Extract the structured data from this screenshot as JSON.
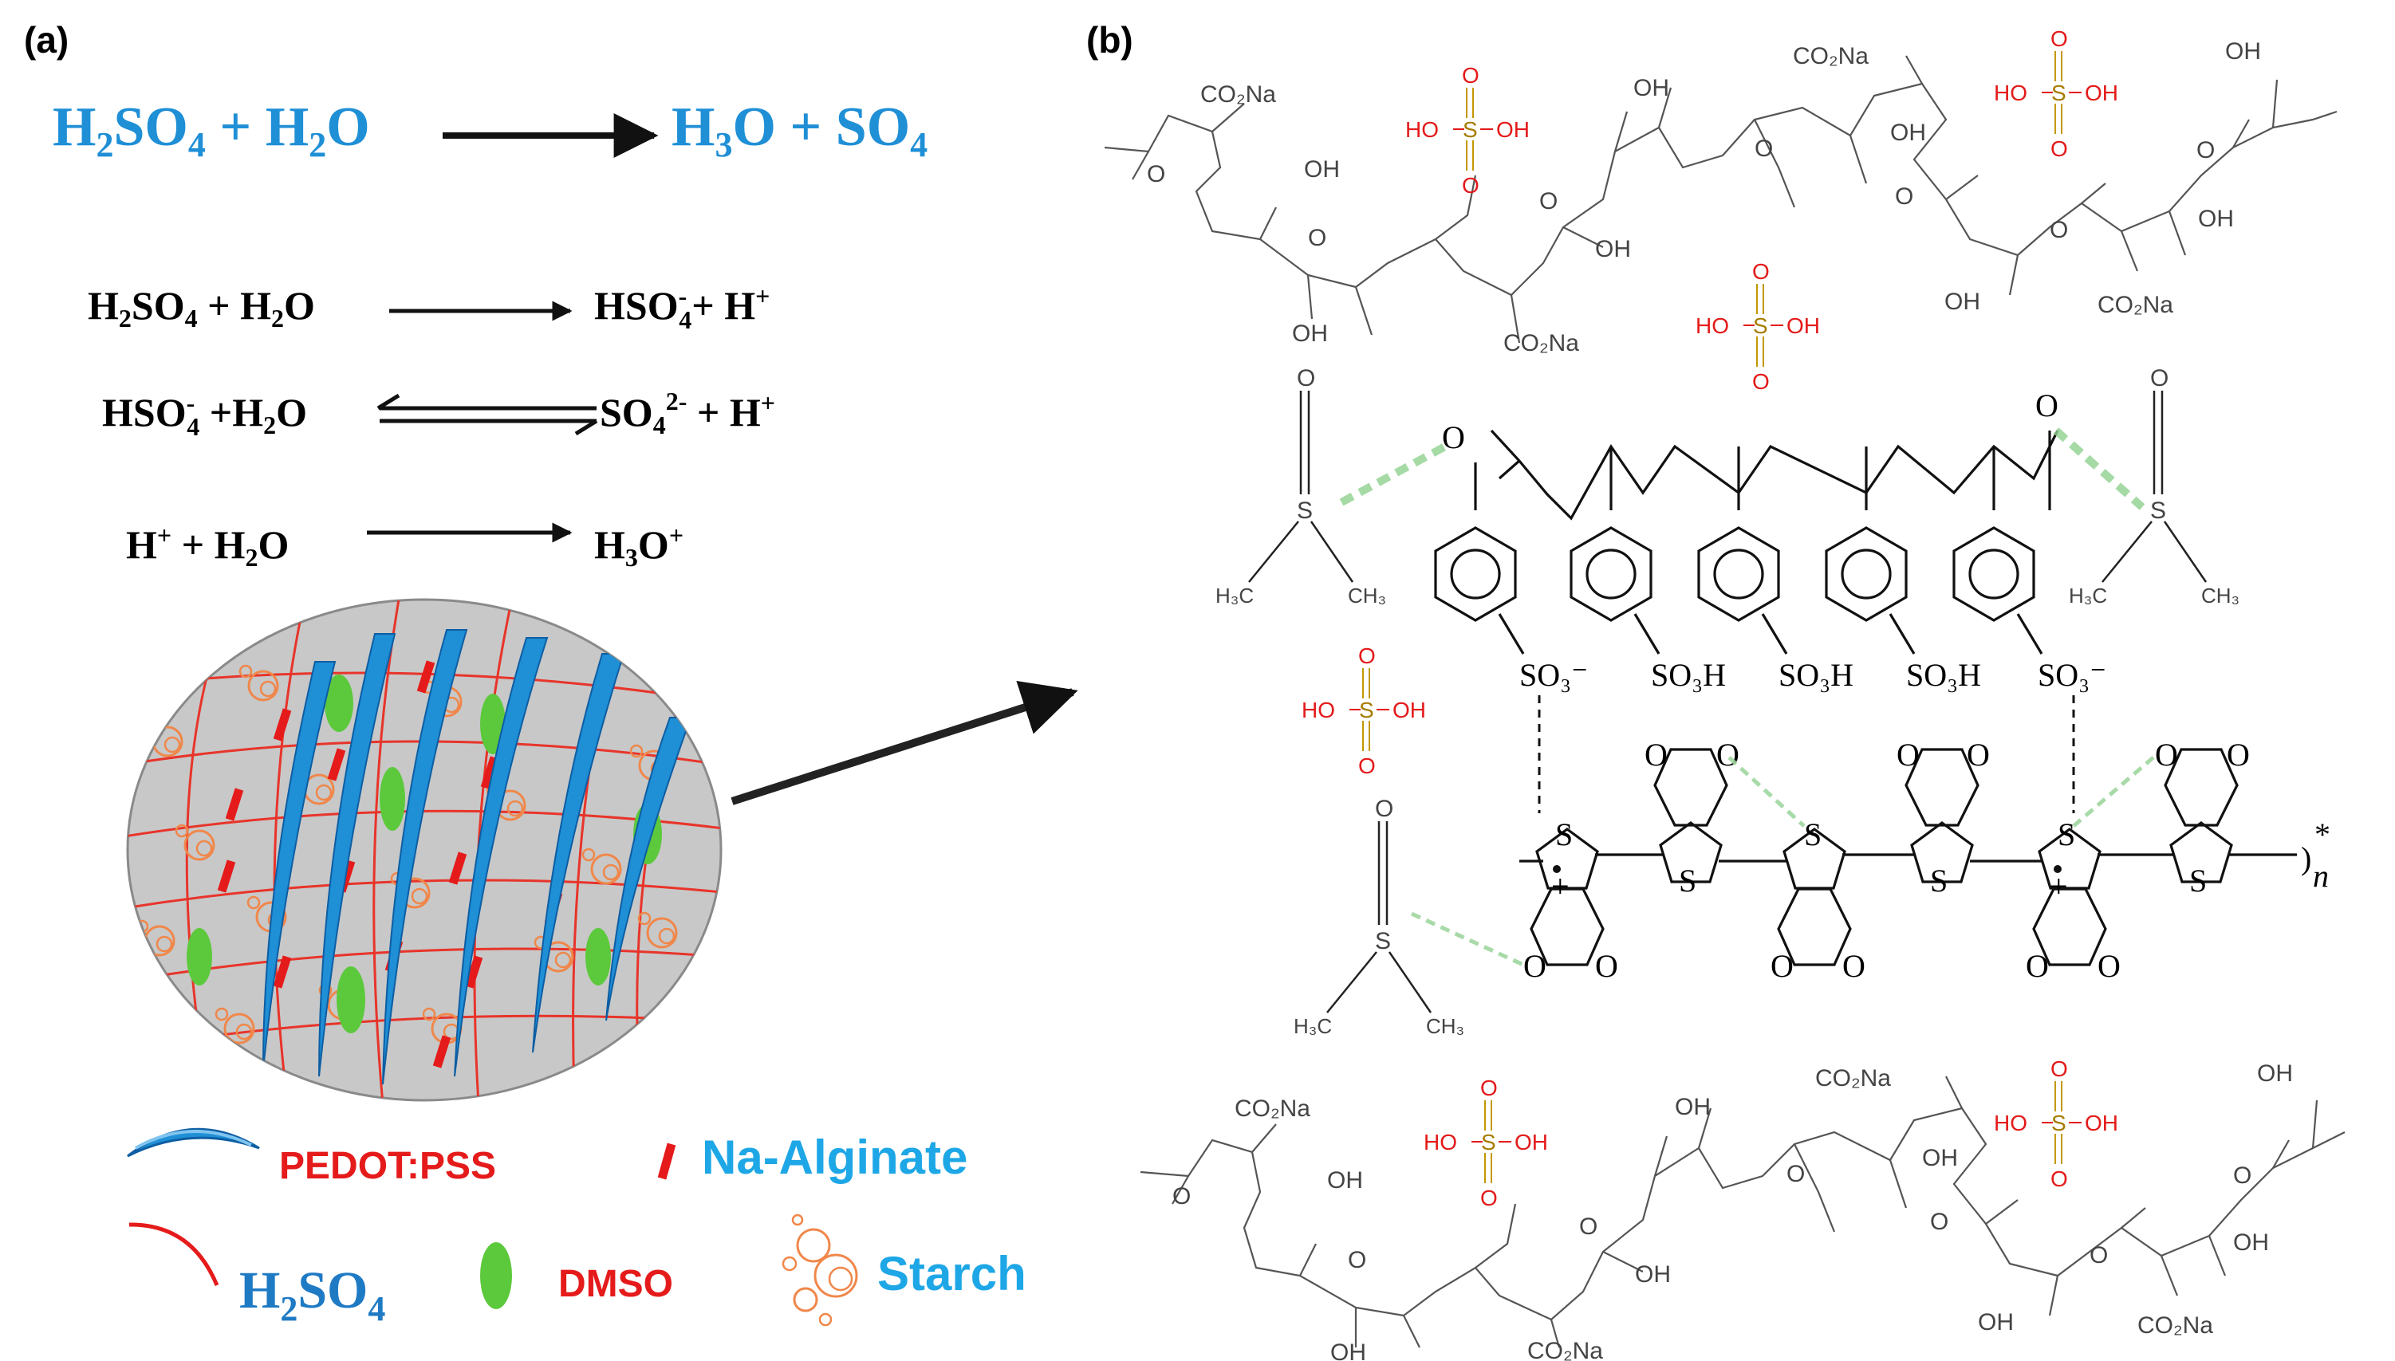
{
  "panel_a": {
    "label": "(a)",
    "eq_main": {
      "lhs": [
        "H",
        "2",
        "SO",
        "4",
        " + H",
        "2",
        "O"
      ],
      "rhs": [
        "H",
        "3",
        "O + SO",
        "4"
      ]
    },
    "eq1": {
      "lhs": [
        "H",
        "2",
        "SO",
        "4",
        " + H",
        "2",
        "O"
      ],
      "rhs": [
        "HSO",
        "-",
        "4",
        "+ H",
        "+"
      ]
    },
    "eq2": {
      "lhs": [
        "HSO",
        "-",
        "4",
        " +H",
        "2",
        "O"
      ],
      "rhs": [
        "SO",
        "4",
        "2-",
        " + H",
        "+"
      ]
    },
    "eq3": {
      "lhs": [
        "H",
        "+",
        " + H",
        "2",
        "O"
      ],
      "rhs": [
        "H",
        "3",
        "O",
        "+"
      ]
    },
    "legend": {
      "pedot": "PEDOT:PSS",
      "alginate": "Na-Alginate",
      "acid": [
        "H",
        "2",
        "SO",
        "4"
      ],
      "dmso": "DMSO",
      "starch": "Starch"
    }
  },
  "panel_b": {
    "label": "(b)",
    "alginate_labels": {
      "co2na": "CO₂Na",
      "oh": "OH",
      "o": "O"
    },
    "sulfuric_acid": {
      "ho": "HO",
      "s": "S",
      "o": "O",
      "oh": "OH"
    },
    "dmso": {
      "o": "O",
      "s": "S",
      "ch3_left": "H₃C",
      "ch3_right": "CH₃"
    },
    "pss": {
      "o": "O",
      "groups": [
        "SO₃⁻",
        "SO₃H",
        "SO₃H",
        "SO₃H",
        "SO₃⁻"
      ]
    },
    "pedot": {
      "s": "S",
      "o": "O",
      "plus": "+",
      "end": ")",
      "n": "n",
      "star": "*"
    }
  },
  "colors": {
    "pedot_blue": "#1f8fd6",
    "acid_red": "#e51b1b",
    "dmso_green": "#5cc93c",
    "starch_orange": "#f0874a",
    "ellipse_grey": "#c8c8c8",
    "hbond_green": "#8fd18f"
  }
}
